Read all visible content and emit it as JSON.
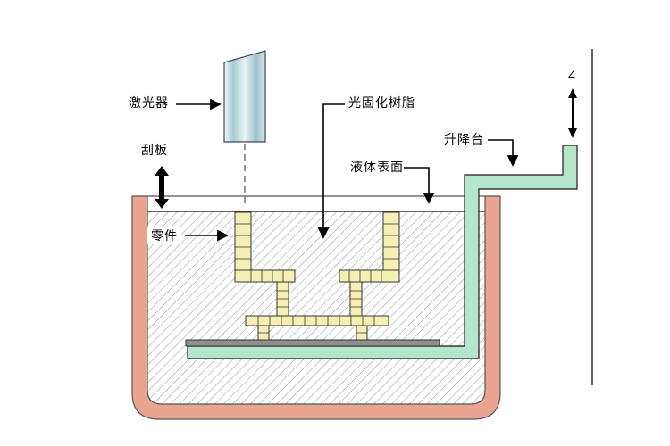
{
  "labels": {
    "laser": "激光器",
    "scraper": "刮板",
    "resin": "光固化树脂",
    "liquid_surface": "液体表面",
    "elevator": "升降台",
    "part": "零件",
    "z_axis": "Z"
  },
  "colors": {
    "tank": "#e9a592",
    "elevator": "#b4e6cb",
    "part": "#f5efb4",
    "plate": "#8f8f8f",
    "hatch_line": "#9a9a9a",
    "outline": "#333333"
  }
}
